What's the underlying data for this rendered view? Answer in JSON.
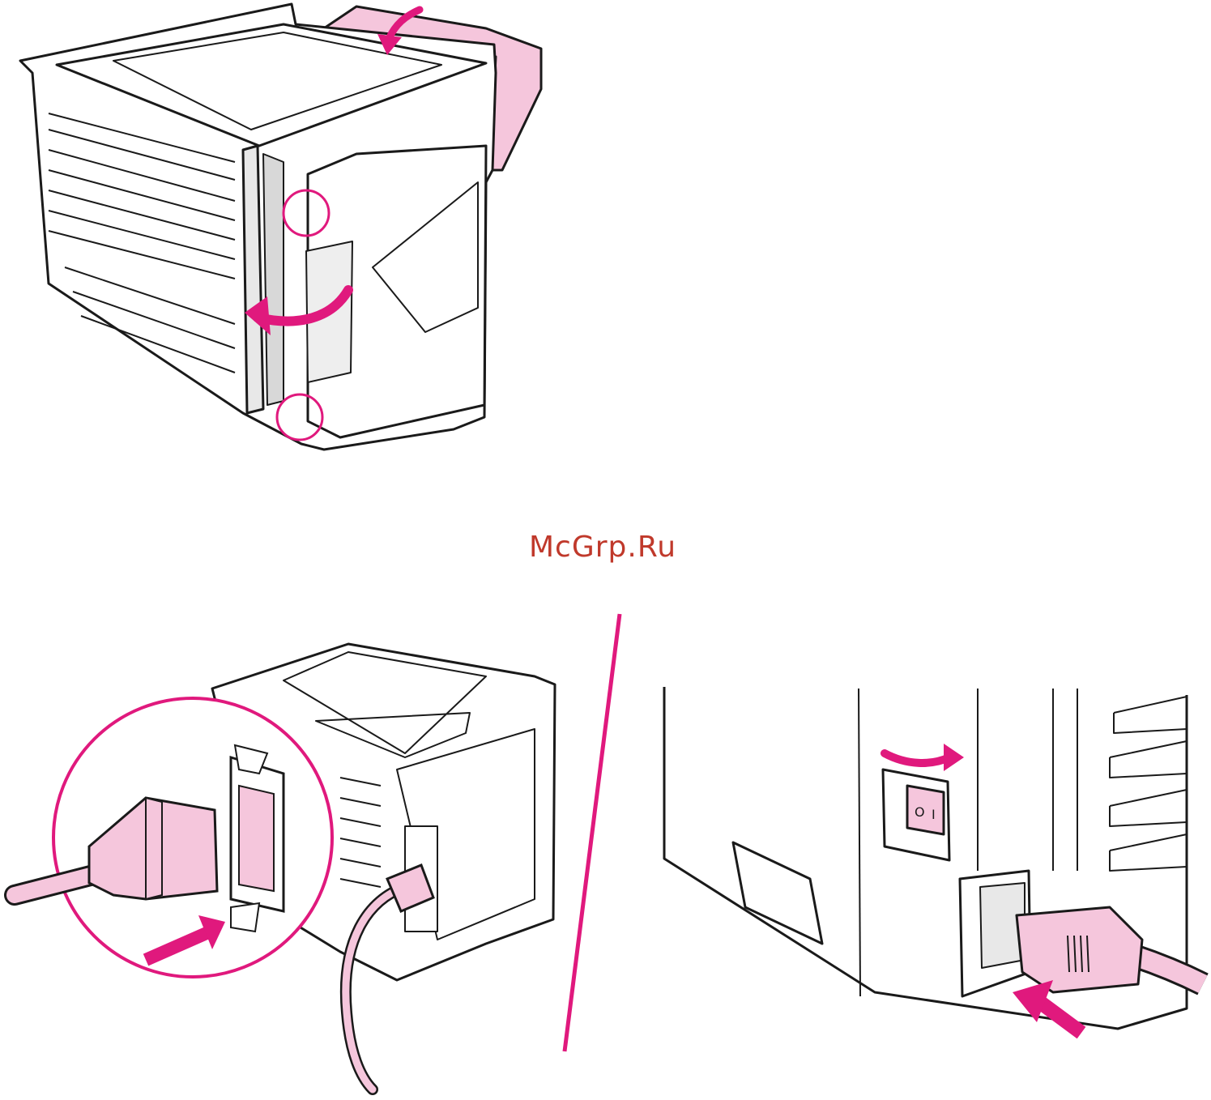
{
  "watermark": {
    "text": "McGrp.Ru"
  },
  "switch": {
    "off_symbol": "O",
    "on_symbol": "I"
  },
  "colors": {
    "accent": "#e0197d",
    "part_fill": "#f5c6dc",
    "outline": "#1a1a1a",
    "watermark": "#c0392b"
  },
  "icons": [
    "curved-arrow-icon",
    "push-arrow-icon",
    "highlight-circle-icon",
    "divider-line"
  ]
}
